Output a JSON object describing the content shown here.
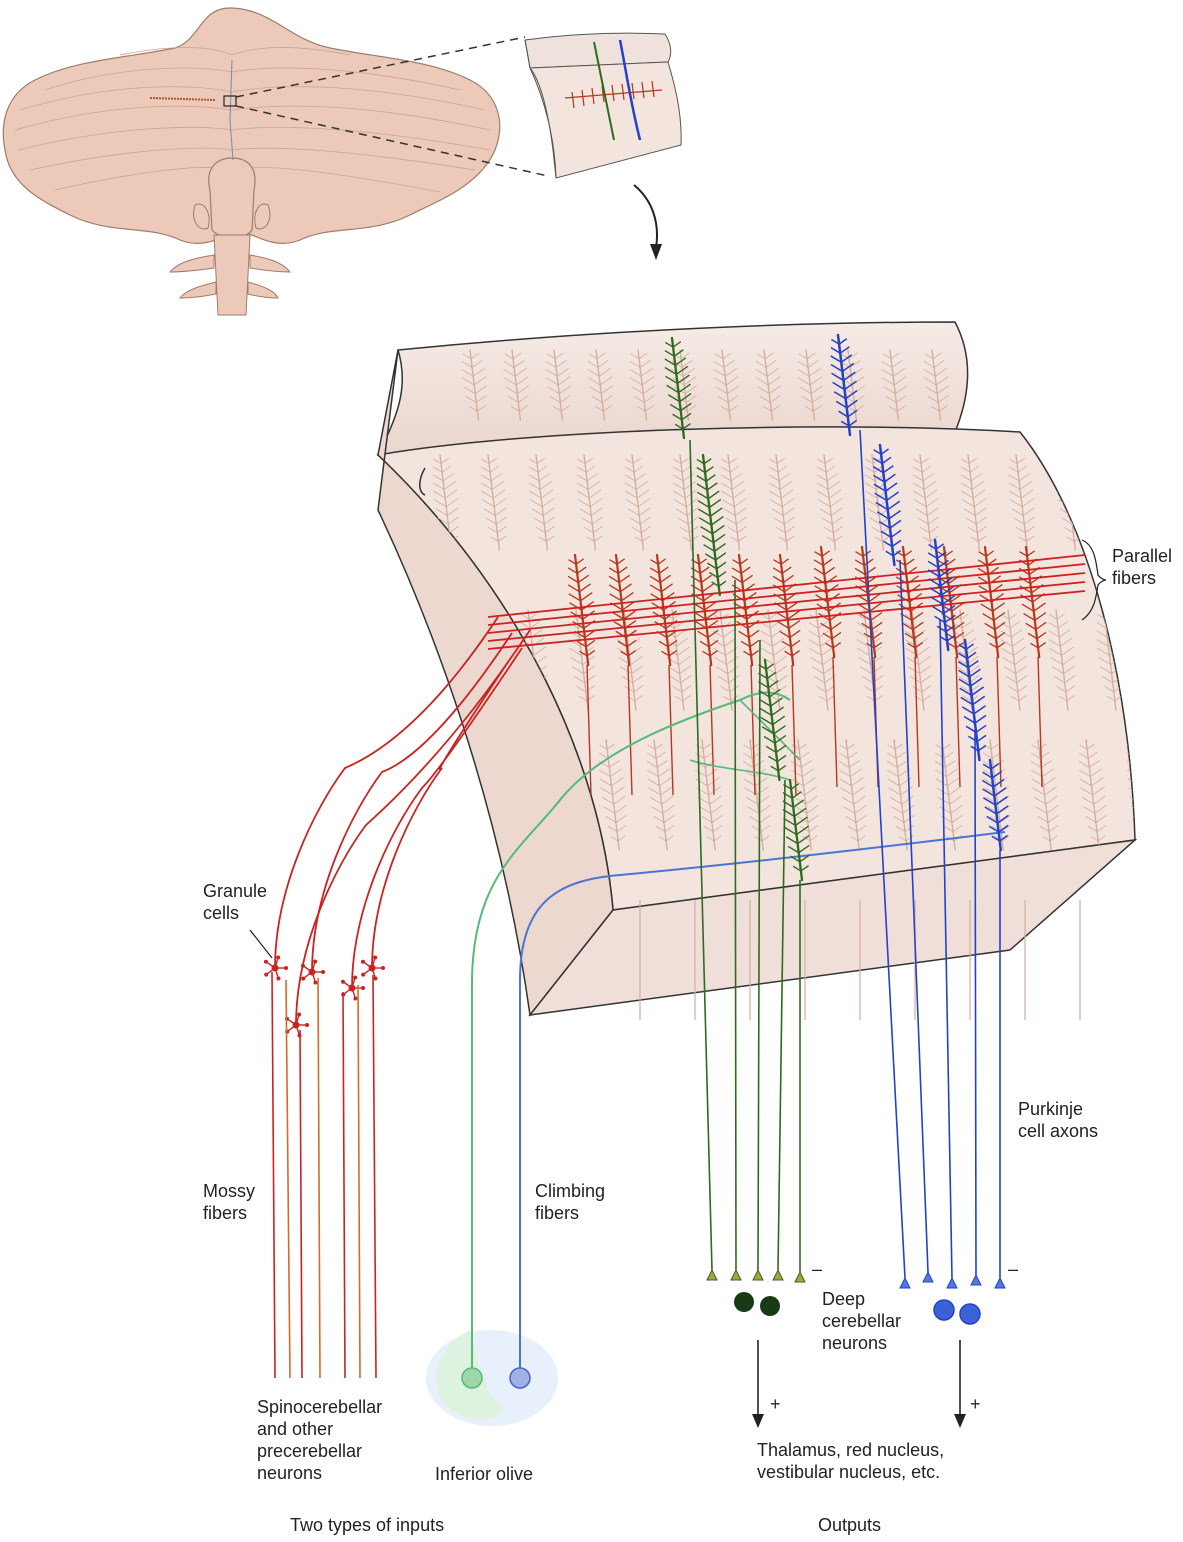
{
  "labels": {
    "parallel_fibers": "Parallel\nfibers",
    "granule_cells": "Granule\ncells",
    "mossy_fibers": "Mossy\nfibers",
    "climbing_fibers": "Climbing\nfibers",
    "purkinje_axons": "Purkinje\ncell axons",
    "deep_neurons": "Deep\ncerebellar\nneurons",
    "spinocerebellar": "Spinocerebellar\nand other\nprecerebellar\nneurons",
    "inferior_olive": "Inferior olive",
    "outputs_targets": "Thalamus, red nucleus,\nvestibular nucleus, etc.",
    "inputs_caption": "Two types of inputs",
    "outputs_caption": "Outputs"
  },
  "signs": {
    "inhibitory": "–",
    "excitatory": "+"
  },
  "colors": {
    "tissue": "#f3e4de",
    "brain": "#ecc9b8",
    "mossy": "#cc2222",
    "parallel": "#cc2222",
    "granule": "#cc2222",
    "climbing": "#55bb77",
    "climbing_purkinje": "#2e6b1f",
    "purkinje_blue": "#2442c8",
    "purkinje_red": "#b5391c",
    "faint_purkinje": "#d4aea0"
  },
  "icons": [
    "cerebellum-illustration",
    "zoom-arrow-icon",
    "folium-block"
  ]
}
